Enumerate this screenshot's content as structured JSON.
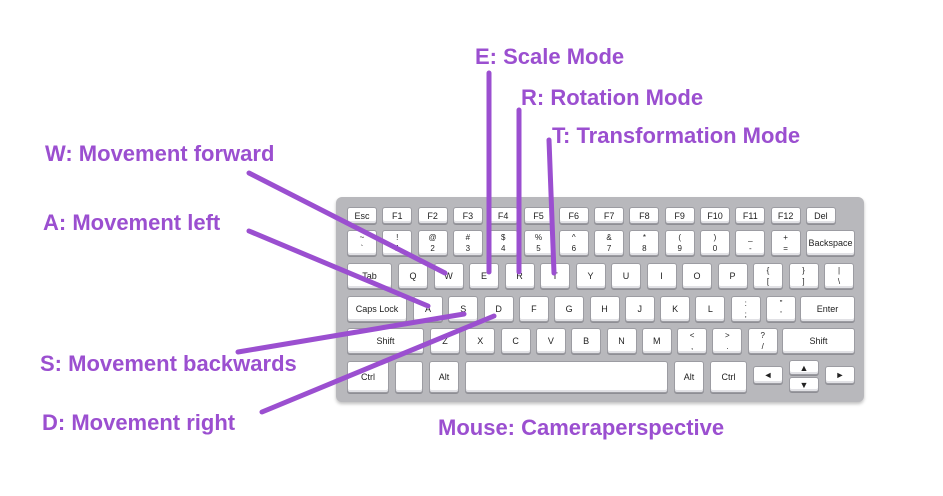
{
  "colors": {
    "accent": "#9b4fd0",
    "keyboard_body": "#b8b8bc",
    "key_face": "#ffffff"
  },
  "keyboard": {
    "function_row": [
      "Esc",
      "F1",
      "F2",
      "F3",
      "F4",
      "F5",
      "F6",
      "F7",
      "F8",
      "F9",
      "F10",
      "F11",
      "F12",
      "Del"
    ],
    "number_row": [
      {
        "top": "~",
        "bottom": "`"
      },
      {
        "top": "!",
        "bottom": "1"
      },
      {
        "top": "@",
        "bottom": "2"
      },
      {
        "top": "#",
        "bottom": "3"
      },
      {
        "top": "$",
        "bottom": "4"
      },
      {
        "top": "%",
        "bottom": "5"
      },
      {
        "top": "^",
        "bottom": "6"
      },
      {
        "top": "&",
        "bottom": "7"
      },
      {
        "top": "*",
        "bottom": "8"
      },
      {
        "top": "(",
        "bottom": "9"
      },
      {
        "top": ")",
        "bottom": "0"
      },
      {
        "top": "_",
        "bottom": "-"
      },
      {
        "top": "+",
        "bottom": "="
      }
    ],
    "backspace": "Backspace",
    "tab": "Tab",
    "top_letters": [
      "Q",
      "W",
      "E",
      "R",
      "T",
      "Y",
      "U",
      "I",
      "O",
      "P"
    ],
    "top_symbols": [
      {
        "top": "{",
        "bottom": "["
      },
      {
        "top": "}",
        "bottom": "]"
      },
      {
        "top": "|",
        "bottom": "\\"
      }
    ],
    "caps": "Caps Lock",
    "home_letters": [
      "A",
      "S",
      "D",
      "F",
      "G",
      "H",
      "J",
      "K",
      "L"
    ],
    "home_symbols": [
      {
        "top": ":",
        "bottom": ";"
      },
      {
        "top": "\"",
        "bottom": "'"
      }
    ],
    "enter": "Enter",
    "shift_left": "Shift",
    "bottom_letters": [
      "Z",
      "X",
      "C",
      "V",
      "B",
      "N",
      "M"
    ],
    "bottom_symbols": [
      {
        "top": "<",
        "bottom": ","
      },
      {
        "top": ">",
        "bottom": "."
      },
      {
        "top": "?",
        "bottom": "/"
      }
    ],
    "shift_right": "Shift",
    "ctrl_left": "Ctrl",
    "alt_left": "Alt",
    "alt_right": "Alt",
    "ctrl_right": "Ctrl",
    "arrows": {
      "left": "◄",
      "up": "▲",
      "down": "▼",
      "right": "►"
    }
  },
  "annotations": {
    "e": "E: Scale Mode",
    "r": "R: Rotation Mode",
    "t": "T: Transformation Mode",
    "w": "W: Movement forward",
    "a": "A: Movement left",
    "s": "S: Movement backwards",
    "d": "D: Movement right",
    "mouse": "Mouse: Cameraperspective"
  }
}
